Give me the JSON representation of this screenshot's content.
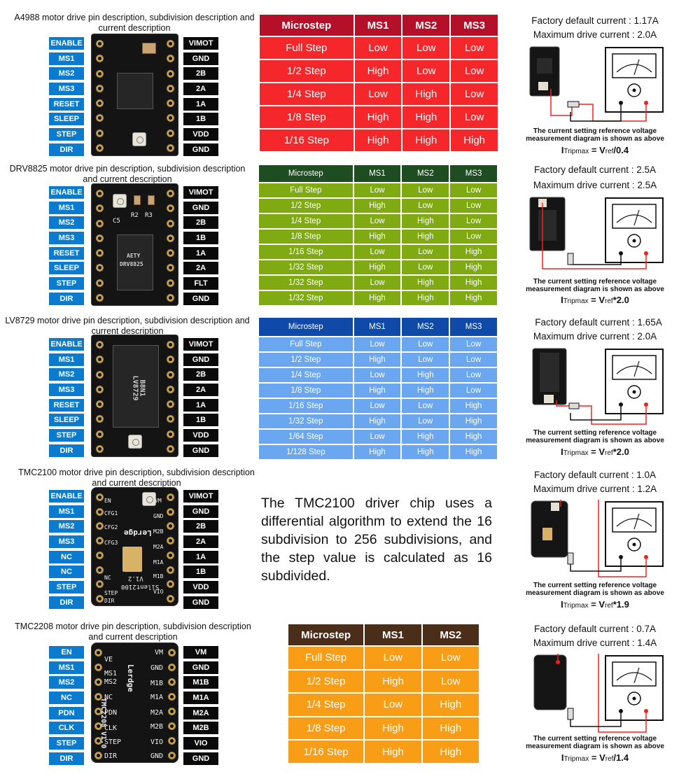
{
  "sections": [
    {
      "title": "A4988 motor drive pin description, subdivision description and current description",
      "left_pins": [
        "ENABLE",
        "MS1",
        "MS2",
        "MS3",
        "RESET",
        "SLEEP",
        "STEP",
        "DIR"
      ],
      "right_pins": [
        "VIMOT",
        "GND",
        "2B",
        "2A",
        "1A",
        "1B",
        "VDD",
        "GND"
      ],
      "colors": {
        "header": "#b5102a",
        "row": "#f5272b"
      },
      "table": {
        "headers": [
          "Microstep",
          "MS1",
          "MS2",
          "MS3"
        ],
        "rows": [
          [
            "Full Step",
            "Low",
            "Low",
            "Low"
          ],
          [
            "1/2 Step",
            "High",
            "Low",
            "Low"
          ],
          [
            "1/4 Step",
            "Low",
            "High",
            "Low"
          ],
          [
            "1/8 Step",
            "High",
            "High",
            "Low"
          ],
          [
            "1/16 Step",
            "High",
            "High",
            "High"
          ]
        ]
      },
      "factory": "Factory default current : 1.17A",
      "maximum": "Maximum drive current : 2.0A",
      "caption": "The current setting reference voltage measurement diagram is shown as above",
      "formula": {
        "lhs": "I",
        "lhs_sub": "Tripmax",
        "eq": " = V",
        "rhs_sub": "ref",
        "rhs": "/0.4"
      }
    },
    {
      "title": "DRV8825 motor drive pin description, subdivision description and current description",
      "left_pins": [
        "ENABLE",
        "MS1",
        "MS2",
        "MS3",
        "RESET",
        "SLEEP",
        "STEP",
        "DIR"
      ],
      "right_pins": [
        "VIMOT",
        "GND",
        "2B",
        "1B",
        "1A",
        "2A",
        "FLT",
        "GND"
      ],
      "colors": {
        "header": "#1e4d22",
        "row": "#7faa12"
      },
      "table": {
        "headers": [
          "Microstep",
          "MS1",
          "MS2",
          "MS3"
        ],
        "rows": [
          [
            "Full Step",
            "Low",
            "Low",
            "Low"
          ],
          [
            "1/2 Step",
            "High",
            "Low",
            "Low"
          ],
          [
            "1/4 Step",
            "Low",
            "High",
            "Low"
          ],
          [
            "1/8 Step",
            "High",
            "High",
            "Low"
          ],
          [
            "1/16 Step",
            "Low",
            "Low",
            "High"
          ],
          [
            "1/32 Step",
            "High",
            "Low",
            "High"
          ],
          [
            "1/32 Step",
            "Low",
            "High",
            "High"
          ],
          [
            "1/32 Step",
            "High",
            "High",
            "High"
          ]
        ]
      },
      "factory": "Factory default current : 2.5A",
      "maximum": "Maximum drive current : 2.5A",
      "caption": "The current setting reference voltage measurement diagram is shown as above",
      "formula": {
        "lhs": "I",
        "lhs_sub": "Tripmax",
        "eq": " = V",
        "rhs_sub": "ref",
        "rhs": "*2.0"
      }
    },
    {
      "title": "LV8729 motor drive pin description, subdivision description and current description",
      "left_pins": [
        "ENABLE",
        "MS1",
        "MS2",
        "MS3",
        "RESET",
        "SLEEP",
        "STEP",
        "DIR"
      ],
      "right_pins": [
        "VIMOT",
        "GND",
        "2B",
        "2A",
        "1A",
        "1B",
        "VDD",
        "GND"
      ],
      "colors": {
        "header": "#0f4aa8",
        "row": "#6aa7f0"
      },
      "table": {
        "headers": [
          "Microstep",
          "MS1",
          "MS2",
          "MS3"
        ],
        "rows": [
          [
            "Full Step",
            "Low",
            "Low",
            "Low"
          ],
          [
            "1/2 Step",
            "High",
            "Low",
            "Low"
          ],
          [
            "1/4 Step",
            "Low",
            "High",
            "Low"
          ],
          [
            "1/8 Step",
            "High",
            "High",
            "Low"
          ],
          [
            "1/16 Step",
            "Low",
            "Low",
            "High"
          ],
          [
            "1/32 Step",
            "High",
            "Low",
            "High"
          ],
          [
            "1/64 Step",
            "Low",
            "High",
            "High"
          ],
          [
            "1/128 Step",
            "High",
            "High",
            "High"
          ]
        ]
      },
      "factory": "Factory default current : 1.65A",
      "maximum": "Maximum drive current : 2.0A",
      "caption": "The current setting reference voltage measurement diagram is shown as above",
      "formula": {
        "lhs": "I",
        "lhs_sub": "Tripmax",
        "eq": " = V",
        "rhs_sub": "ref",
        "rhs": "*2.0"
      }
    },
    {
      "title": "TMC2100 motor drive pin description, subdivision description and current description",
      "left_pins": [
        "ENABLE",
        "MS1",
        "MS2",
        "MS3",
        "NC",
        "NC",
        "STEP",
        "DIR"
      ],
      "right_pins": [
        "VIMOT",
        "GND",
        "2B",
        "2A",
        "1A",
        "1B",
        "VDD",
        "GND"
      ],
      "note": "The TMC2100 driver chip uses a differential algorithm to extend the 16 subdivision to 256 subdivisions, and the step value is calculated as 16 subdivided.",
      "factory": "Factory default current : 1.0A",
      "maximum": "Maximum drive current : 1.2A",
      "caption": "The current setting reference voltage measurement diagram is shown as above",
      "formula": {
        "lhs": "I",
        "lhs_sub": "Tripmax",
        "eq": " = V",
        "rhs_sub": "ref",
        "rhs": "*1.9"
      }
    },
    {
      "title": "TMC2208 motor drive pin description, subdivision description and current description",
      "left_pins": [
        "EN",
        "MS1",
        "MS2",
        "NC",
        "PDN",
        "CLK",
        "STEP",
        "DIR"
      ],
      "right_pins": [
        "VM",
        "GND",
        "M1B",
        "M1A",
        "M2A",
        "M2B",
        "VIO",
        "GND"
      ],
      "colors": {
        "header": "#4a2e1a",
        "row": "#f99d16"
      },
      "table": {
        "headers": [
          "Microstep",
          "MS1",
          "MS2"
        ],
        "rows": [
          [
            "Full Step",
            "Low",
            "Low"
          ],
          [
            "1/2 Step",
            "High",
            "Low"
          ],
          [
            "1/4 Step",
            "Low",
            "High"
          ],
          [
            "1/8 Step",
            "High",
            "High"
          ],
          [
            "1/16 Step",
            "High",
            "High"
          ]
        ]
      },
      "factory": "Factory default current : 0.7A",
      "maximum": "Maximum drive current : 1.4A",
      "caption": "The current setting reference voltage measurement diagram is shown as above",
      "formula": {
        "lhs": "I",
        "lhs_sub": "Tripmax",
        "eq": " = V",
        "rhs_sub": "ref",
        "rhs": "/1.4"
      }
    }
  ],
  "board_labels": {
    "drv8825": [
      "R2",
      "R3",
      "C5",
      "DRV8825",
      "AETY"
    ],
    "lv8729": [
      "LV8729",
      "B8N1"
    ],
    "tmc2100": [
      "Lerdge",
      "Silent2100",
      "V1.2",
      "EN",
      "VM",
      "GND",
      "CFG1",
      "CFG2",
      "CFG3",
      "M2B",
      "M2A",
      "M1A",
      "M1B",
      "NC",
      "STEP",
      "VIO",
      "DIR"
    ],
    "tmc2208": [
      "VE",
      "MS1",
      "MS2",
      "NC",
      "PDN",
      "CLK",
      "STEP",
      "DIR",
      "VM",
      "GND",
      "M1B",
      "M1A",
      "M2A",
      "M2B",
      "VIO",
      "GND",
      "TMC2208 V1.0",
      "Lerdge"
    ],
    "meter_brand": "Lerdge"
  }
}
